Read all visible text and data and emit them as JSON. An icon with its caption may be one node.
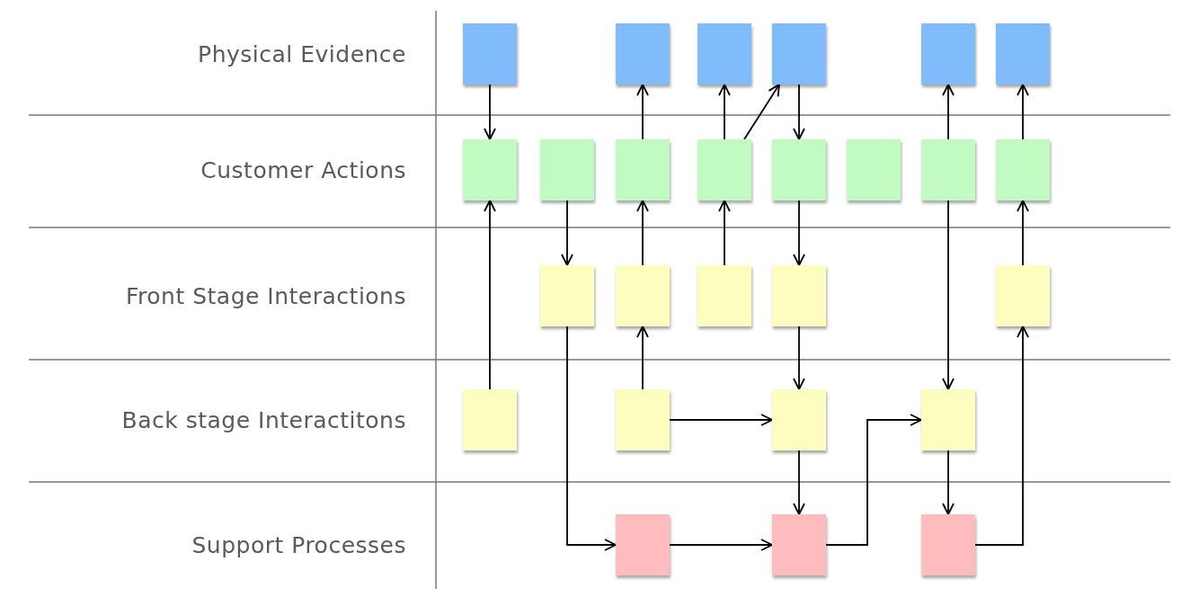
{
  "diagram": {
    "nodes": [
      {
        "text": [],
        "shape": "box"
      },
      {
        "text": [],
        "shape": "box"
      },
      {
        "text": [],
        "shape": "box"
      },
      {
        "text": [],
        "shape": "box"
      },
      {
        "text": [],
        "shape": "box"
      },
      {
        "text": [],
        "shape": "box"
      },
      {
        "text": [],
        "shape": "box"
      },
      {
        "text": [],
        "shape": "box"
      },
      {
        "text": [],
        "shape": "box"
      },
      {
        "text": [],
        "shape": "box"
      },
      {
        "text": [],
        "shape": "box"
      },
      {
        "text": [],
        "shape": "box"
      },
      {
        "text": [],
        "shape": "box"
      },
      {
        "text": [],
        "shape": "box"
      },
      {
        "text": [],
        "shape": "box"
      },
      {
        "text": [],
        "shape": "box"
      },
      {
        "text": [],
        "shape": "box"
      },
      {
        "text": [],
        "shape": "box"
      },
      {
        "text": [],
        "shape": "box"
      },
      {
        "text": [],
        "shape": "box"
      },
      {
        "text": [],
        "shape": "box"
      },
      {
        "text": [],
        "shape": "box"
      },
      {
        "text": [],
        "shape": "box"
      },
      {
        "text": [],
        "shape": "box"
      },
      {
        "text": [],
        "shape": "box"
      },
      {
        "text": [],
        "shape": "box"
      }
    ],
    "edges": [
      {
        "from": 0,
        "to": 6,
        "arrow": "to"
      },
      {
        "from": 8,
        "to": 1,
        "arrow": "to"
      },
      {
        "from": 9,
        "to": 2,
        "arrow": "to"
      },
      {
        "from": 9,
        "to": 3,
        "arrow": "to"
      },
      {
        "from": 3,
        "to": 10,
        "arrow": "to"
      },
      {
        "from": 12,
        "to": 4,
        "arrow": "to"
      },
      {
        "from": 13,
        "to": 5,
        "arrow": "to"
      },
      {
        "from": 19,
        "to": 6,
        "arrow": "to"
      },
      {
        "from": 7,
        "to": 14,
        "arrow": "to"
      },
      {
        "from": 15,
        "to": 8,
        "arrow": "to"
      },
      {
        "from": 16,
        "to": 9,
        "arrow": "to"
      },
      {
        "from": 10,
        "to": 17,
        "arrow": "to"
      },
      {
        "from": 12,
        "to": 22,
        "arrow": "to"
      },
      {
        "from": 18,
        "to": 13,
        "arrow": "to"
      },
      {
        "from": 14,
        "to": 23,
        "arrow": "to"
      },
      {
        "from": 20,
        "to": 15,
        "arrow": "to"
      },
      {
        "from": 17,
        "to": 21,
        "arrow": "to"
      },
      {
        "from": 20,
        "to": 21,
        "arrow": "to"
      },
      {
        "from": 21,
        "to": 24,
        "arrow": "to"
      },
      {
        "from": 22,
        "to": 25,
        "arrow": "to"
      },
      {
        "from": 23,
        "to": 24,
        "arrow": "to"
      },
      {
        "from": 24,
        "to": 22,
        "arrow": "to"
      },
      {
        "from": 25,
        "to": 18,
        "arrow": "to"
      }
    ],
    "labels": [
      "Physical Evidence",
      "Customer Actions",
      "Front Stage Interactions",
      "Back stage Interactitons",
      "Support Processes"
    ]
  }
}
